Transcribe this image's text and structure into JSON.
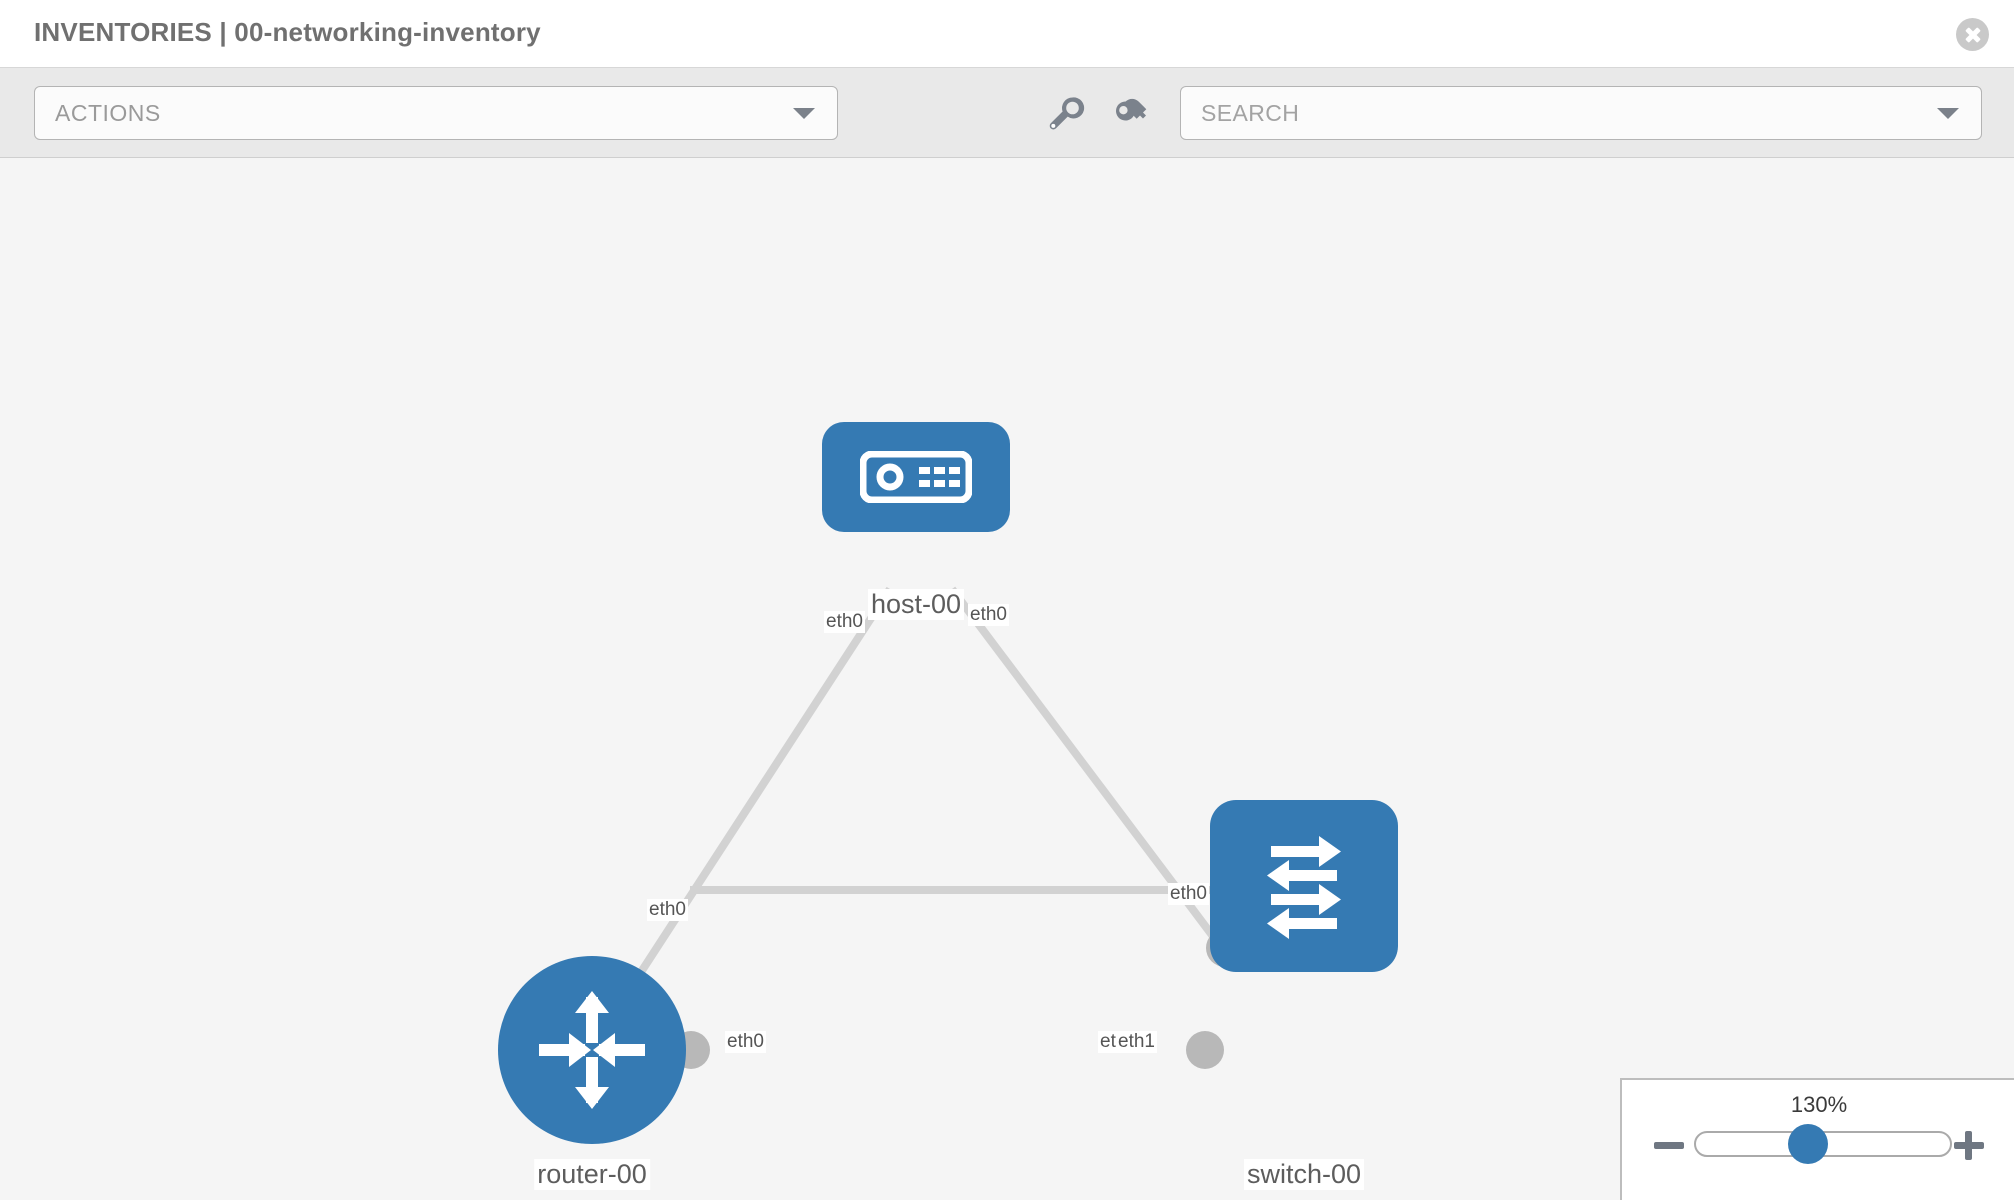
{
  "header": {
    "title": "INVENTORIES | 00-networking-inventory",
    "close_icon": "close-circle-icon"
  },
  "toolbar": {
    "actions_label": "ACTIONS",
    "actions_caret_icon": "chevron-down-icon",
    "wrench_icon": "wrench-icon",
    "key_icon": "key-icon",
    "search_placeholder": "SEARCH",
    "search_caret_icon": "chevron-down-icon"
  },
  "topology": {
    "nodes": [
      {
        "id": "host-00",
        "label": "host-00",
        "icon": "server-icon",
        "type": "host"
      },
      {
        "id": "router-00",
        "label": "router-00",
        "icon": "router-arrows-icon",
        "type": "router"
      },
      {
        "id": "switch-00",
        "label": "switch-00",
        "icon": "switch-arrows-icon",
        "type": "switch"
      }
    ],
    "edge_labels": {
      "host_left": "eth0",
      "host_right": "eth0",
      "router_up": "eth0",
      "switch_up": "eth0",
      "router_right": "eth0",
      "switch_left_a": "eth",
      "switch_left_b": "eth1"
    }
  },
  "zoom_control": {
    "level": "130%",
    "minus_icon": "minus-icon",
    "plus_icon": "plus-icon"
  },
  "colors": {
    "node_blue": "#357ab3",
    "canvas_bg": "#f5f5f5",
    "toolbar_bg": "#e9e9e9",
    "edge_gray": "#d2d2d2"
  }
}
